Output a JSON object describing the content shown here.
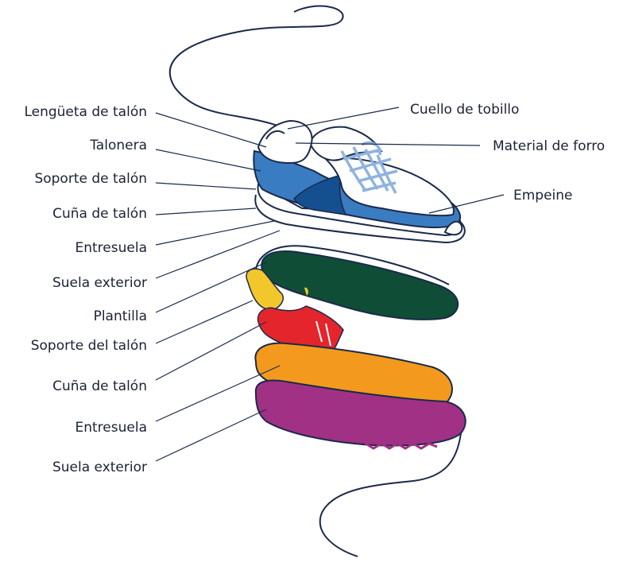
{
  "labels": {
    "lengueta_talon": "Lengüeta de talón",
    "talonera": "Talonera",
    "soporte_talon": "Soporte de talón",
    "cuna_talon_top": "Cuña de talón",
    "entresuela_top": "Entresuela",
    "suela_exterior_top": "Suela exterior",
    "plantilla": "Plantilla",
    "soporte_del_talon": "Soporte del talón",
    "cuna_talon_bottom": "Cuña de talón",
    "entresuela_bottom": "Entresuela",
    "suela_exterior_bottom": "Suela exterior",
    "cuello_tobillo": "Cuello de tobillo",
    "material_forro": "Material de forro",
    "empeine": "Empeine"
  },
  "colors": {
    "outline": "#1b2a4a",
    "shoe_blue": "#3a7cc1",
    "shoe_dark_blue": "#14508f",
    "lace_blue": "#8fb3df",
    "insole_green": "#0f4d37",
    "heel_yellow": "#f2c72b",
    "heel_red": "#e4262c",
    "midsole_orange": "#f39a1e",
    "outsole_purple": "#a13185"
  }
}
